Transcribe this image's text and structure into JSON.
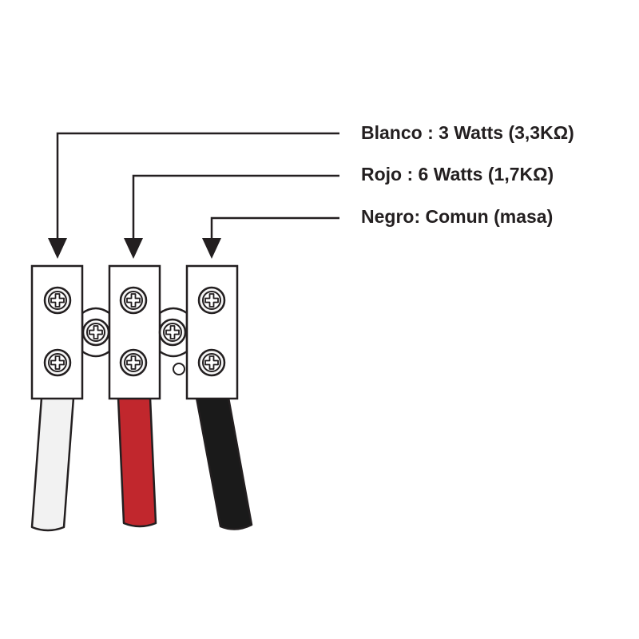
{
  "labels": {
    "blanco": "Blanco : 3 Watts (3,3KΩ)",
    "rojo": "Rojo : 6 Watts (1,7KΩ)",
    "negro": "Negro: Comun (masa)"
  },
  "colors": {
    "line": "#231f20",
    "wire_white": "#f2f2f2",
    "wire_red": "#c1272d",
    "wire_black": "#1a1a1a",
    "terminal_fill": "#ffffff",
    "screw_fill": "#f7f7f7"
  },
  "icons": {
    "screw": "phillips-screw-icon",
    "arrow": "arrow-down-icon"
  }
}
